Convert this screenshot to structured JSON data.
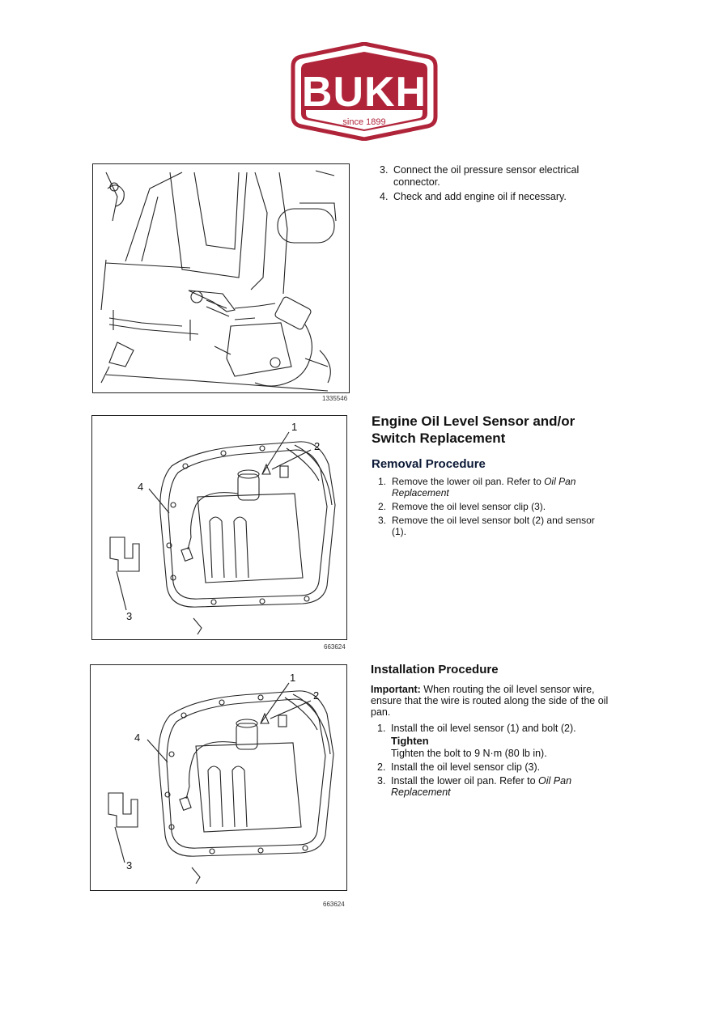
{
  "logo": {
    "brand": "BUKH",
    "tagline": "since 1899",
    "color": "#b0243a"
  },
  "figures": [
    {
      "id": "1335546",
      "callouts": []
    },
    {
      "id": "663624",
      "callouts": [
        "1",
        "2",
        "3",
        "4"
      ]
    },
    {
      "id": "663624",
      "callouts": [
        "1",
        "2",
        "3",
        "4"
      ]
    }
  ],
  "section1": {
    "steps": [
      {
        "num": "3.",
        "text": "Connect the oil pressure sensor electrical connector."
      },
      {
        "num": "4.",
        "text": "Check and add engine oil if necessary."
      }
    ]
  },
  "section2": {
    "title": "Engine Oil Level Sensor and/or Switch Replacement",
    "subtitle": "Removal Procedure",
    "steps": [
      {
        "num": "1.",
        "text": "Remove the lower oil pan. Refer to ",
        "ref": "Oil Pan Replacement"
      },
      {
        "num": "2.",
        "text": "Remove the oil level sensor clip (3)."
      },
      {
        "num": "3.",
        "text": "Remove the oil level sensor bolt (2) and sensor (1)."
      }
    ]
  },
  "section3": {
    "subtitle": "Installation Procedure",
    "important_label": "Important:",
    "important_text": " When routing the oil level sensor wire, ensure that the wire is routed along the side of the oil pan.",
    "steps": [
      {
        "num": "1.",
        "text": "Install the oil level sensor (1) and bolt (2)."
      },
      {
        "num": "2.",
        "text": "Install the oil level sensor clip (3)."
      },
      {
        "num": "3.",
        "text": "Install the lower oil pan. Refer to ",
        "ref": "Oil Pan Replacement"
      }
    ],
    "tighten_title": "Tighten",
    "tighten_text": "Tighten the bolt to 9 N·m (80 lb in)."
  }
}
